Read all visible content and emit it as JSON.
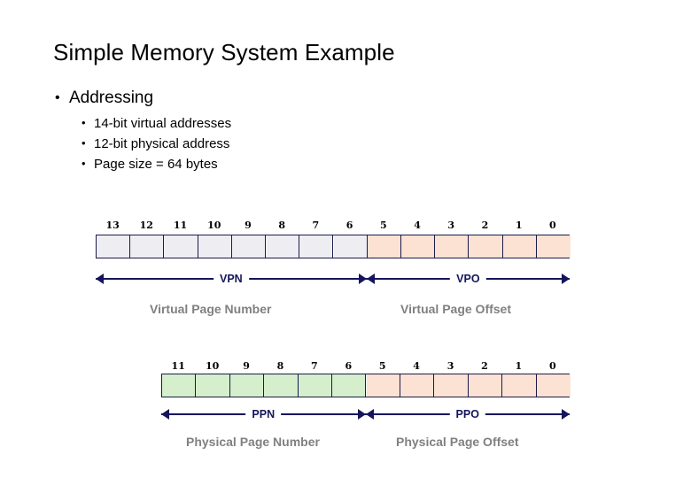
{
  "slide": {
    "title": "Simple Memory System Example",
    "bullets": {
      "level1": "Addressing",
      "level2": [
        "14-bit virtual addresses",
        "12-bit physical address",
        "Page size = 64 bytes"
      ]
    }
  },
  "virtual_address": {
    "bit_labels": [
      "13",
      "12",
      "11",
      "10",
      "9",
      "8",
      "7",
      "6",
      "5",
      "4",
      "3",
      "2",
      "1",
      "0"
    ],
    "fields": [
      {
        "abbr": "VPN",
        "caption": "Virtual Page Number",
        "bits_high": 13,
        "bits_low": 6,
        "color": "#eeeef2"
      },
      {
        "abbr": "VPO",
        "caption": "Virtual Page Offset",
        "bits_high": 5,
        "bits_low": 0,
        "color": "#fbe2d3"
      }
    ]
  },
  "physical_address": {
    "bit_labels": [
      "11",
      "10",
      "9",
      "8",
      "7",
      "6",
      "5",
      "4",
      "3",
      "2",
      "1",
      "0"
    ],
    "fields": [
      {
        "abbr": "PPN",
        "caption": "Physical Page Number",
        "bits_high": 11,
        "bits_low": 6,
        "color": "#d5eecb"
      },
      {
        "abbr": "PPO",
        "caption": "Physical Page Offset",
        "bits_high": 5,
        "bits_low": 0,
        "color": "#fbe2d3"
      }
    ]
  },
  "colors": {
    "background": "#ffffff",
    "text": "#000000",
    "arrow": "#15155c",
    "cell_border": "#1a1a4e",
    "caption": "#808080",
    "vpn_fill": "#eeeef2",
    "ppn_fill": "#d5eecb",
    "offset_fill": "#fbe2d3"
  }
}
